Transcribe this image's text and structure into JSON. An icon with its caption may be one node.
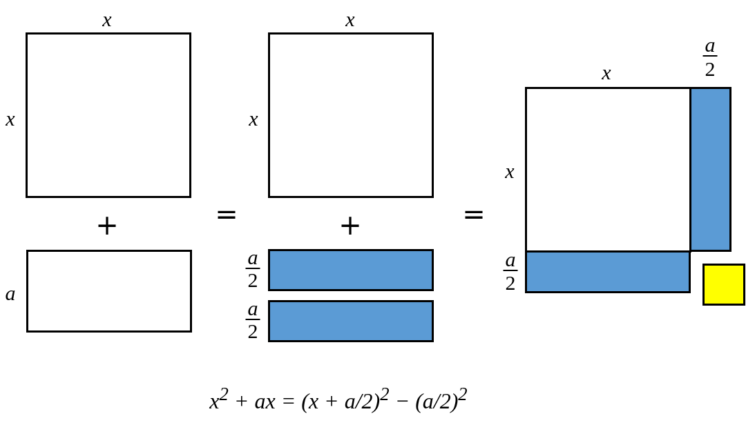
{
  "diagram": {
    "nodes": [
      {
        "text": [],
        "shape": "box",
        "beside": [
          "x",
          "x"
        ]
      },
      {
        "text": [],
        "shape": "box",
        "beside": [
          "a"
        ]
      },
      {
        "text": [],
        "shape": "box",
        "beside": [
          "x",
          "x"
        ]
      },
      {
        "text": [],
        "shape": "bar",
        "beside": [
          "a",
          "2"
        ]
      },
      {
        "text": [],
        "shape": "bar",
        "beside": [
          "a",
          "2"
        ]
      },
      {
        "text": [],
        "shape": "box",
        "beside": [
          "x",
          "x"
        ]
      },
      {
        "text": [],
        "shape": "bar",
        "beside": [
          "a",
          "2"
        ]
      },
      {
        "text": [],
        "shape": "bar",
        "beside": [
          "a",
          "2"
        ]
      },
      {
        "text": [],
        "shape": "box"
      }
    ],
    "labels": [
      "+",
      "=",
      "+",
      "=",
      "x$^{2}$ + ax = (x + a/2)$^{2}$ − (a/2)$^{2}$"
    ]
  }
}
